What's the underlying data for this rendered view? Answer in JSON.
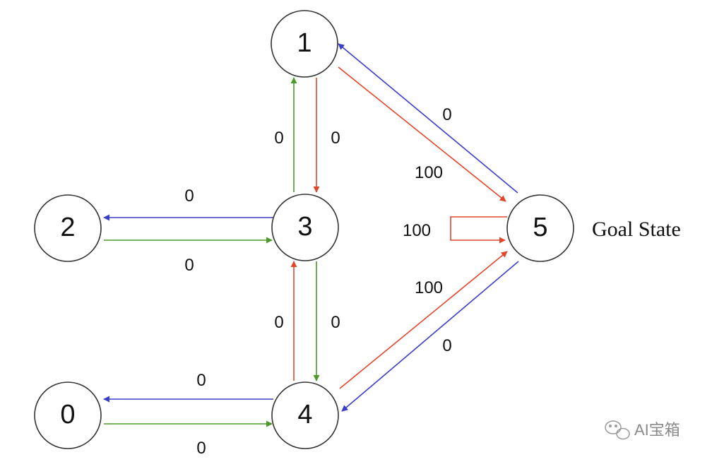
{
  "colors": {
    "blue": "#3a3fc8",
    "green": "#4c9a2a",
    "red": "#e2462a",
    "node_stroke": "#333333",
    "text": "#111111"
  },
  "nodes": [
    {
      "id": "0",
      "label": "0"
    },
    {
      "id": "1",
      "label": "1"
    },
    {
      "id": "2",
      "label": "2"
    },
    {
      "id": "3",
      "label": "3"
    },
    {
      "id": "4",
      "label": "4"
    },
    {
      "id": "5",
      "label": "5"
    }
  ],
  "edges": [
    {
      "from": "3",
      "to": "2",
      "color": "blue",
      "label": "0"
    },
    {
      "from": "2",
      "to": "3",
      "color": "green",
      "label": "0"
    },
    {
      "from": "3",
      "to": "1",
      "color": "green",
      "label": "0"
    },
    {
      "from": "1",
      "to": "3",
      "color": "red",
      "label": "0"
    },
    {
      "from": "1",
      "to": "5",
      "color": "red",
      "label": "100"
    },
    {
      "from": "5",
      "to": "1",
      "color": "blue",
      "label": "0"
    },
    {
      "from": "5",
      "to": "5",
      "color": "red",
      "label": "100"
    },
    {
      "from": "4",
      "to": "3",
      "color": "red",
      "label": "0"
    },
    {
      "from": "3",
      "to": "4",
      "color": "green",
      "label": "0"
    },
    {
      "from": "4",
      "to": "5",
      "color": "red",
      "label": "100"
    },
    {
      "from": "5",
      "to": "4",
      "color": "blue",
      "label": "0"
    },
    {
      "from": "4",
      "to": "0",
      "color": "blue",
      "label": "0"
    },
    {
      "from": "0",
      "to": "4",
      "color": "green",
      "label": "0"
    }
  ],
  "goal_label": "Goal State",
  "watermark": {
    "text": "AI宝箱",
    "icon": "wechat-icon"
  }
}
